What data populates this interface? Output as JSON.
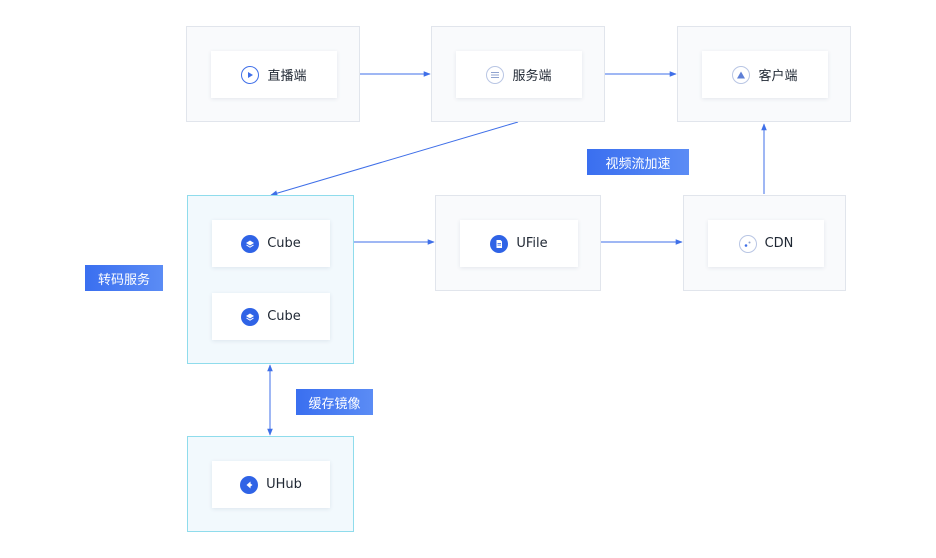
{
  "nodes": {
    "live": "直播端",
    "server": "服务端",
    "client": "客户端",
    "cube_top": "Cube",
    "cube_bottom": "Cube",
    "ufile": "UFile",
    "cdn": "CDN",
    "uhub": "UHub"
  },
  "tags": {
    "transcode": "转码服务",
    "cache": "缓存镜像",
    "accel": "视频流加速"
  },
  "icons": {
    "live": "play-icon",
    "server": "server-list-icon",
    "client": "client-triangle-icon",
    "cube": "cube-layer-icon",
    "ufile": "file-icon",
    "cdn": "cdn-node-icon",
    "uhub": "uhub-arrow-icon"
  },
  "colors": {
    "accent": "#2f63e6",
    "arrow": "#3f6fe8",
    "box_border": "#e1e5ec",
    "cyan_border": "#8fdcec",
    "tag_bg": "#4a7df2"
  }
}
